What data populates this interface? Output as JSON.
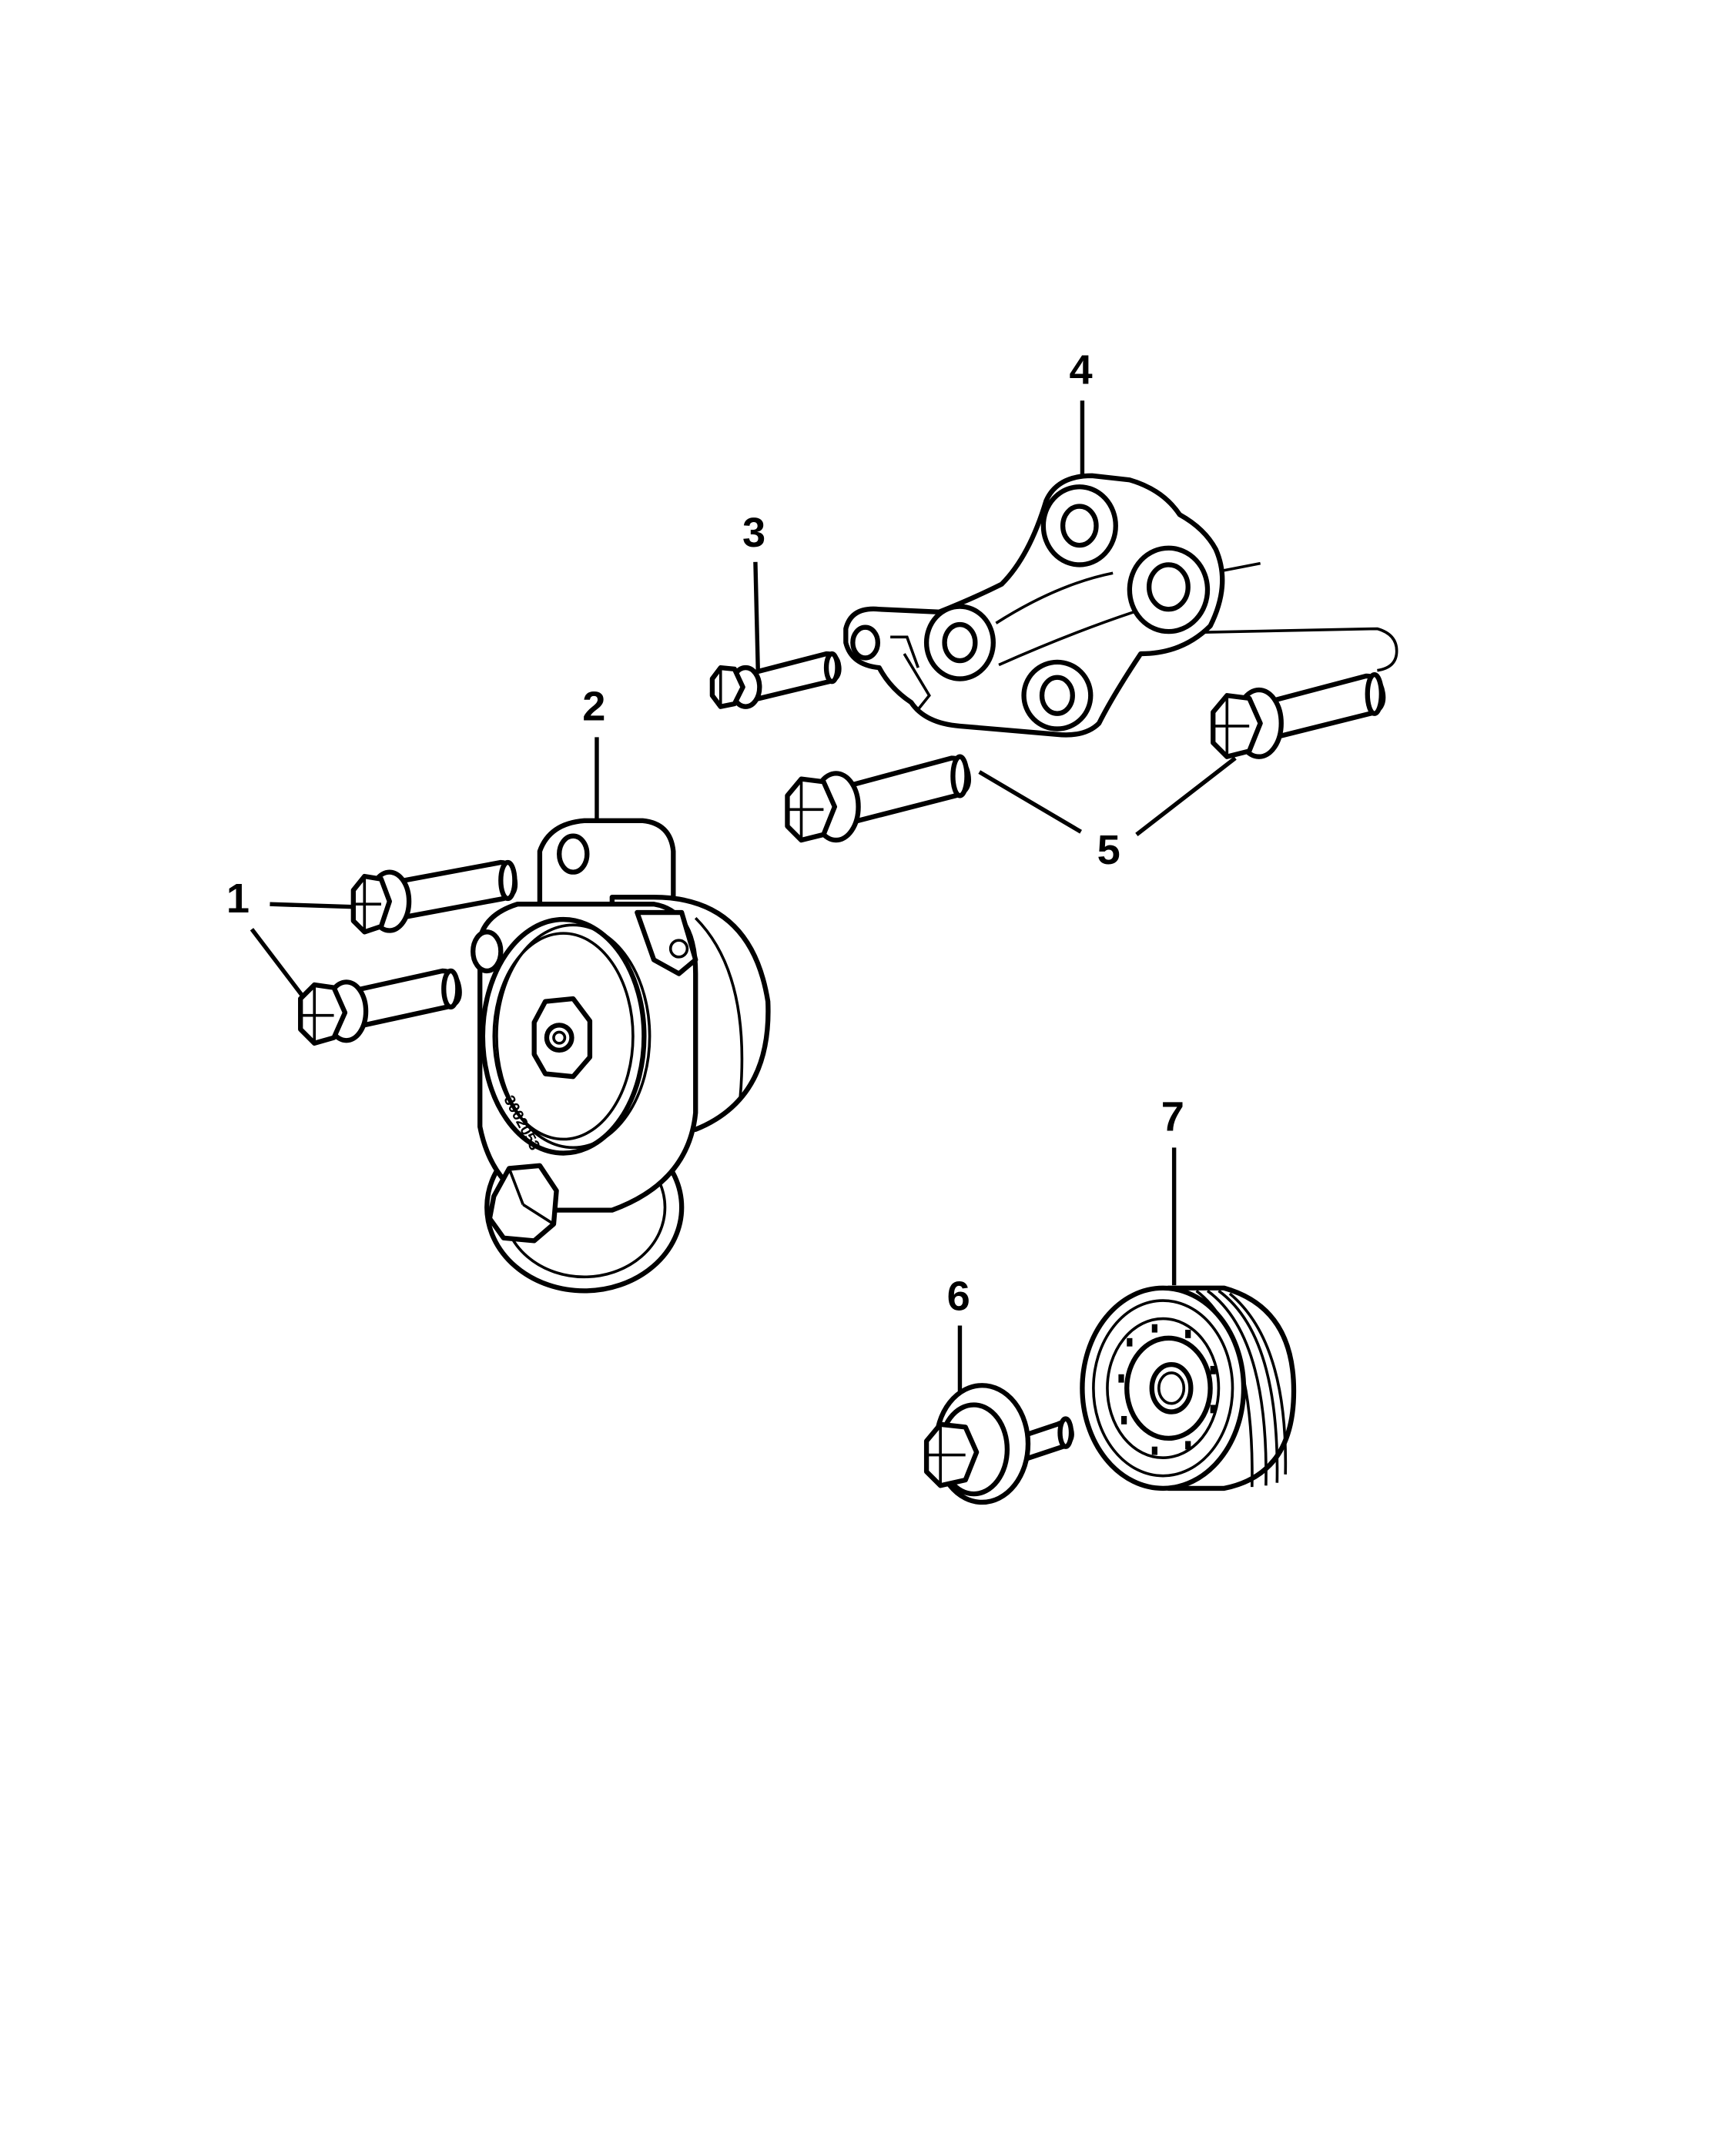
{
  "diagram": {
    "callouts": [
      {
        "id": "1",
        "label": "1"
      },
      {
        "id": "2",
        "label": "2"
      },
      {
        "id": "3",
        "label": "3"
      },
      {
        "id": "4",
        "label": "4"
      },
      {
        "id": "5",
        "label": "5"
      },
      {
        "id": "6",
        "label": "6"
      },
      {
        "id": "7",
        "label": "7"
      }
    ],
    "tensioner_stamp": "3002053"
  }
}
